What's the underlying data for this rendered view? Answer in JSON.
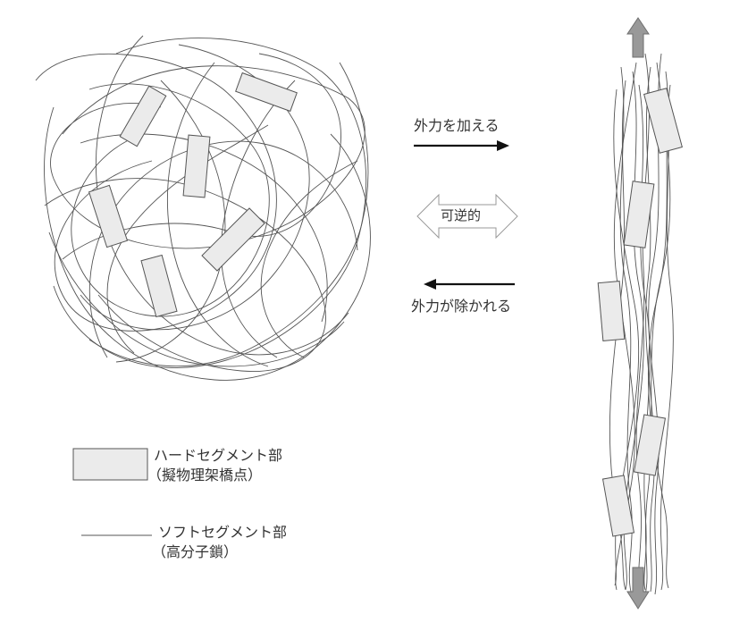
{
  "labels": {
    "apply_force": "外力を加える",
    "reversible": "可逆的",
    "remove_force": "外力が除かれる"
  },
  "legend": {
    "hard_segment": "ハードセグメント部",
    "hard_segment_sub": "（擬物理架橋点）",
    "soft_segment": "ソフトセグメント部",
    "soft_segment_sub": "（高分子鎖）"
  },
  "colors": {
    "chain": "#555555",
    "hard_fill": "#ebebeb",
    "hard_stroke": "#555555",
    "arrow": "#111111",
    "grey_arrow_fill": "#999999",
    "grey_arrow_stroke": "#6e6e6e"
  }
}
